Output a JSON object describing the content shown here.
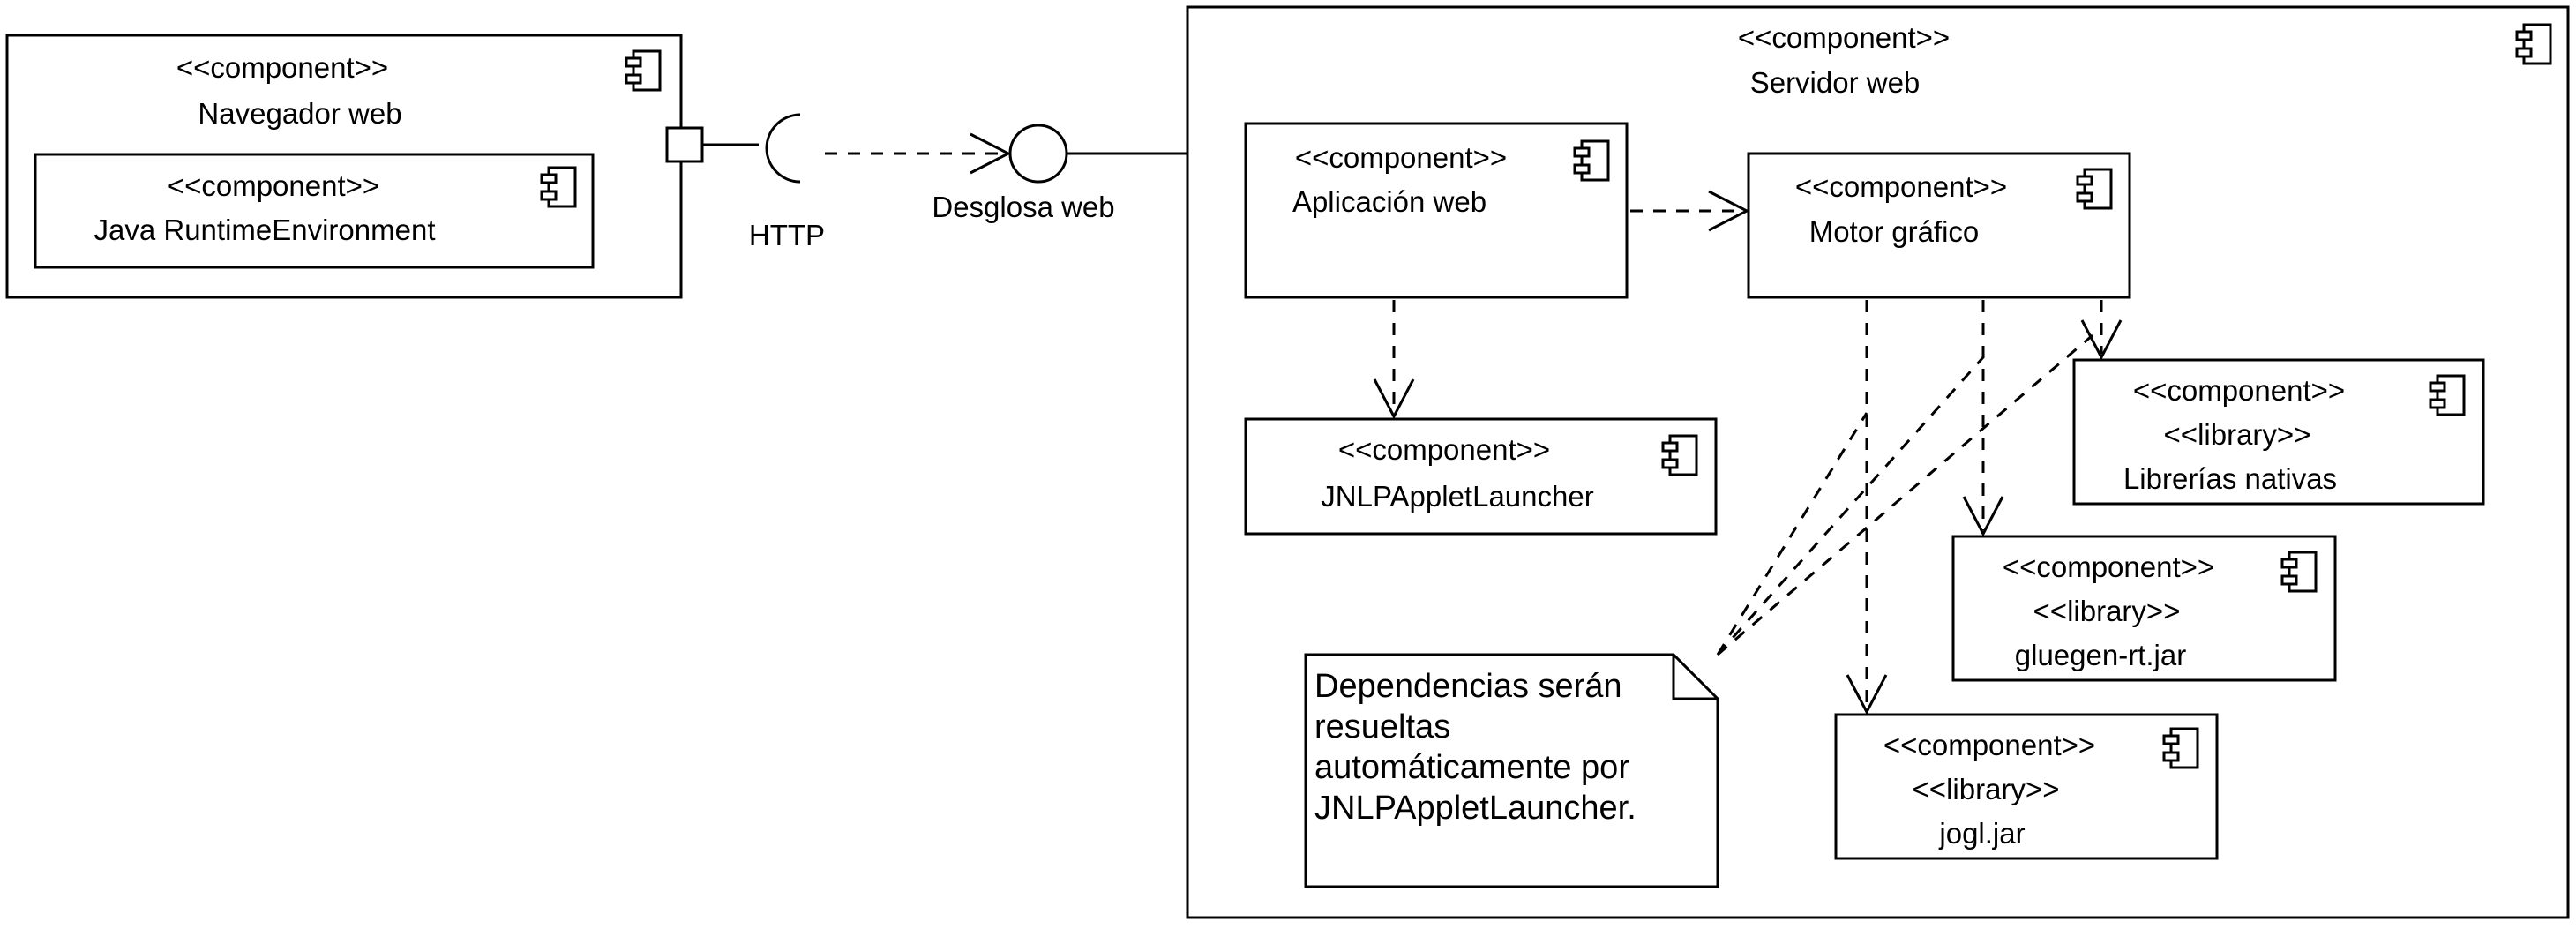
{
  "components": {
    "browser": {
      "stereotype": "<<component>>",
      "name": "Navegador web"
    },
    "jre": {
      "stereotype": "<<component>>",
      "name": "Java RuntimeEnvironment"
    },
    "server": {
      "stereotype": "<<component>>",
      "name": "Servidor web"
    },
    "webapp": {
      "stereotype": "<<component>>",
      "name": "Aplicación web"
    },
    "engine": {
      "stereotype": "<<component>>",
      "name": "Motor gráfico"
    },
    "launcher": {
      "stereotype": "<<component>>",
      "name": "JNLPAppletLauncher"
    },
    "native": {
      "stereotype": "<<component>>",
      "stereotype2": "<<library>>",
      "name": "Librerías nativas"
    },
    "gluegen": {
      "stereotype": "<<component>>",
      "stereotype2": "<<library>>",
      "name": "gluegen-rt.jar"
    },
    "jogl": {
      "stereotype": "<<component>>",
      "stereotype2": "<<library>>",
      "name": "jogl.jar"
    }
  },
  "interfaces": {
    "required": {
      "label": "HTTP"
    },
    "provided": {
      "label": "Desglosa web"
    }
  },
  "note": {
    "lines": [
      "Dependencias serán",
      "resueltas",
      "automáticamente por",
      "JNLPAppletLauncher."
    ]
  },
  "icons": {
    "component": "component-icon"
  },
  "colors": {
    "stroke": "#000000",
    "background": "#ffffff"
  }
}
